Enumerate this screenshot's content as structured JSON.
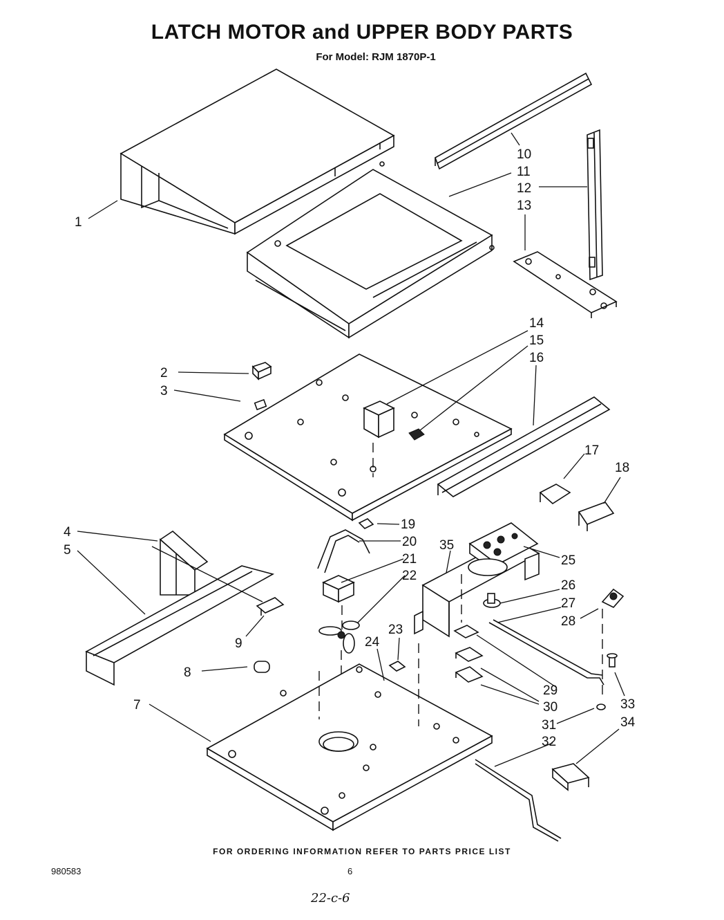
{
  "header": {
    "title": "LATCH MOTOR and UPPER BODY PARTS",
    "subtitle": "For Model: RJM 1870P-1"
  },
  "callouts": [
    {
      "id": "c1",
      "label": "1"
    },
    {
      "id": "c2",
      "label": "2"
    },
    {
      "id": "c3",
      "label": "3"
    },
    {
      "id": "c4",
      "label": "4"
    },
    {
      "id": "c5",
      "label": "5"
    },
    {
      "id": "c7",
      "label": "7"
    },
    {
      "id": "c8",
      "label": "8"
    },
    {
      "id": "c9",
      "label": "9"
    },
    {
      "id": "c10",
      "label": "10"
    },
    {
      "id": "c11",
      "label": "11"
    },
    {
      "id": "c12",
      "label": "12"
    },
    {
      "id": "c13",
      "label": "13"
    },
    {
      "id": "c14",
      "label": "14"
    },
    {
      "id": "c15",
      "label": "15"
    },
    {
      "id": "c16",
      "label": "16"
    },
    {
      "id": "c17",
      "label": "17"
    },
    {
      "id": "c18",
      "label": "18"
    },
    {
      "id": "c19",
      "label": "19"
    },
    {
      "id": "c20",
      "label": "20"
    },
    {
      "id": "c21",
      "label": "21"
    },
    {
      "id": "c22",
      "label": "22"
    },
    {
      "id": "c23",
      "label": "23"
    },
    {
      "id": "c24",
      "label": "24"
    },
    {
      "id": "c25",
      "label": "25"
    },
    {
      "id": "c26",
      "label": "26"
    },
    {
      "id": "c27",
      "label": "27"
    },
    {
      "id": "c28",
      "label": "28"
    },
    {
      "id": "c29",
      "label": "29"
    },
    {
      "id": "c30",
      "label": "30"
    },
    {
      "id": "c31",
      "label": "31"
    },
    {
      "id": "c32",
      "label": "32"
    },
    {
      "id": "c33",
      "label": "33"
    },
    {
      "id": "c34",
      "label": "34"
    },
    {
      "id": "c35",
      "label": "35"
    }
  ],
  "footer": {
    "ordering_note": "FOR ORDERING INFORMATION REFER TO PARTS PRICE LIST",
    "doc_number": "980583",
    "page_number": "6",
    "handwritten_note": "22-c-6"
  }
}
